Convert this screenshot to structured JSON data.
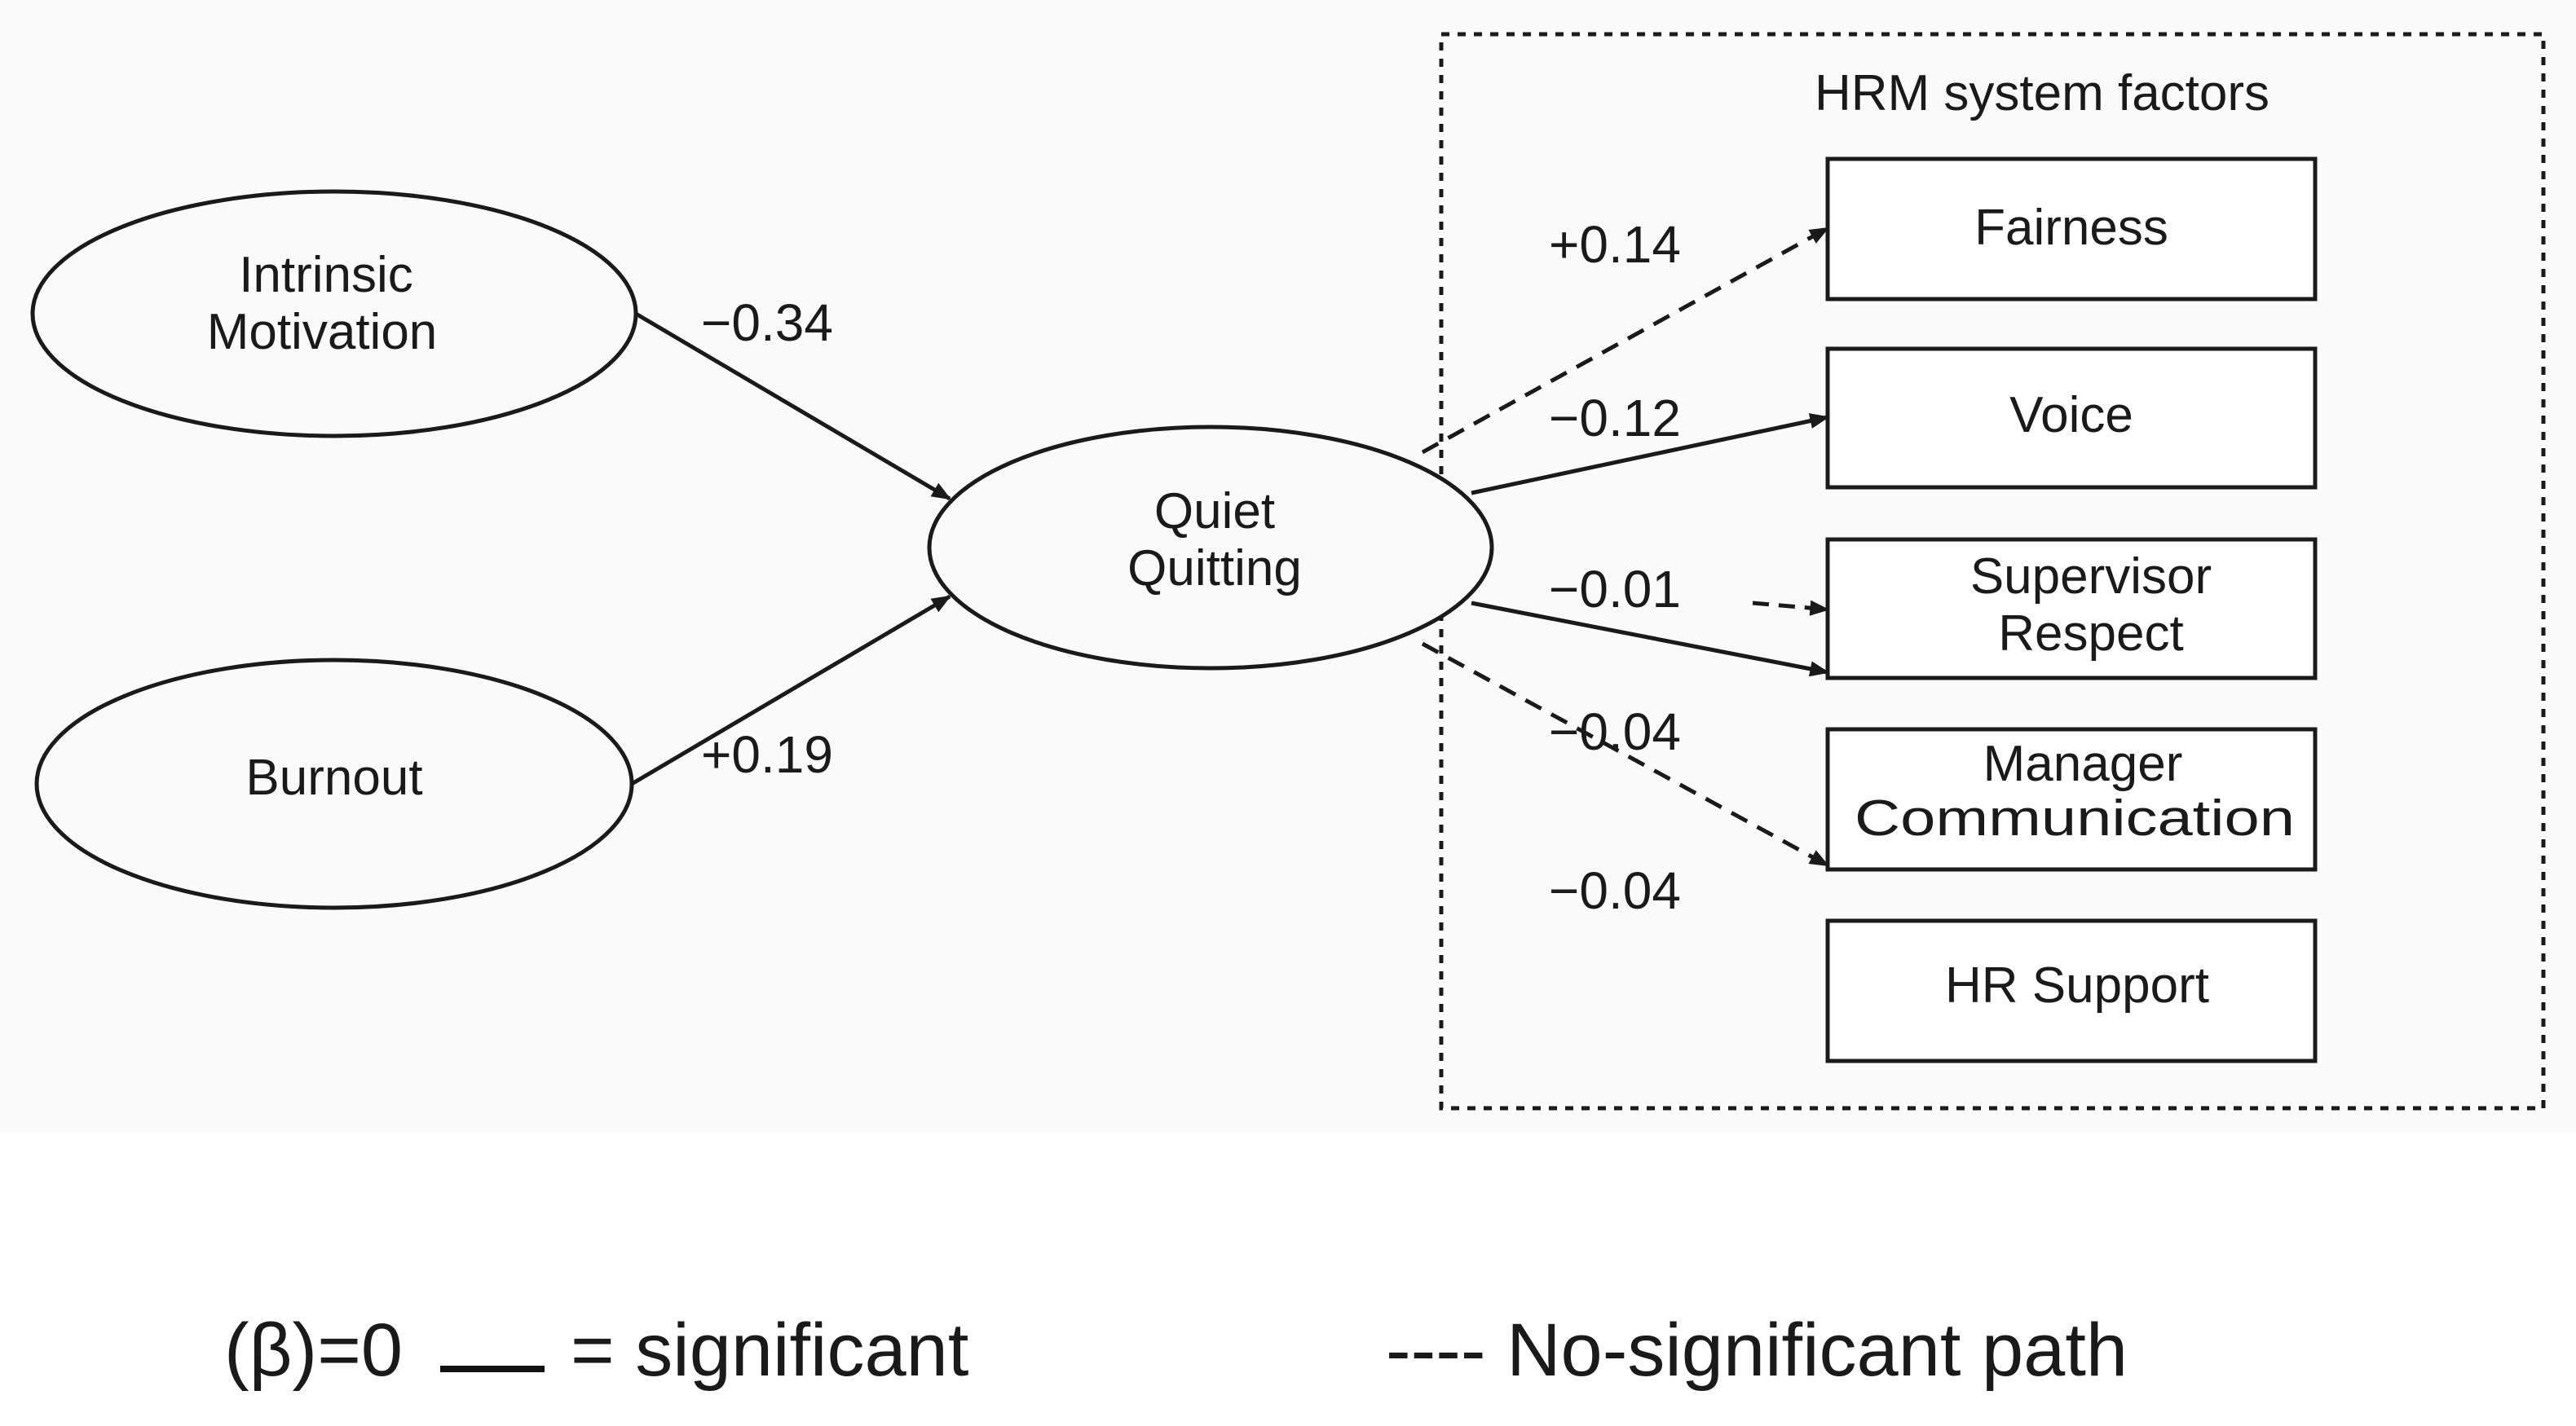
{
  "diagram": {
    "group_box": {
      "label": "HRM system factors"
    },
    "latent_nodes": [
      {
        "id": "intrinsic_motivation",
        "lines": [
          "Intrinsic",
          "Motivation"
        ]
      },
      {
        "id": "burnout",
        "lines": [
          "Burnout"
        ]
      },
      {
        "id": "quiet_quitting",
        "lines": [
          "Quiet",
          "Quitting"
        ]
      }
    ],
    "factor_nodes": [
      {
        "id": "fairness",
        "lines": [
          "Fairness"
        ]
      },
      {
        "id": "voice",
        "lines": [
          "Voice"
        ]
      },
      {
        "id": "supervisor_respect",
        "lines": [
          "Supervisor",
          "Respect"
        ]
      },
      {
        "id": "manager_communication",
        "lines": [
          "Manager",
          "Communication"
        ]
      },
      {
        "id": "hr_support",
        "lines": [
          "HR Support"
        ]
      }
    ],
    "paths": [
      {
        "from": "intrinsic_motivation",
        "to": "quiet_quitting",
        "coefficient": "−0.34",
        "style": "solid"
      },
      {
        "from": "burnout",
        "to": "quiet_quitting",
        "coefficient": "+0.19",
        "style": "solid"
      },
      {
        "from": "quiet_quitting",
        "to": "fairness",
        "coefficient": "+0.14",
        "style": "dashed"
      },
      {
        "from": "quiet_quitting",
        "to": "voice",
        "coefficient": "−0.12",
        "style": "solid"
      },
      {
        "from": "quiet_quitting",
        "to": "supervisor_respect",
        "coefficient": "−0.01",
        "style": "solid"
      },
      {
        "from": "quiet_quitting",
        "to": "manager_communication",
        "coefficient": "−0.04",
        "style": "dashed"
      },
      {
        "from": "quiet_quitting",
        "to": "hr_support",
        "coefficient": "−0.04",
        "style": "none"
      }
    ]
  },
  "legend": {
    "significant_prefix": "(β)=0",
    "significant_suffix": "=  significant",
    "non_significant": "---- No-significant path"
  },
  "colors": {
    "line": "#1a1a1a",
    "background": "#ffffff",
    "panel": "#fafafa"
  }
}
